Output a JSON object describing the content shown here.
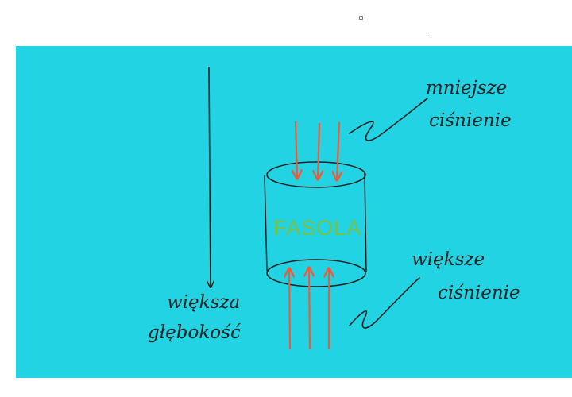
{
  "colors": {
    "background": "#22d3e3",
    "ink": "#1f1f1f",
    "arrow": "#ef5a3a",
    "label_green": "#7bc043"
  },
  "labels": {
    "top_pressure_line1": "mniejsze",
    "top_pressure_line2": "ciśnienie",
    "bottom_pressure_line1": "większe",
    "bottom_pressure_line2": "ciśnienie",
    "depth_line1": "większa",
    "depth_line2": "głębokość",
    "object": "FASOLA"
  }
}
